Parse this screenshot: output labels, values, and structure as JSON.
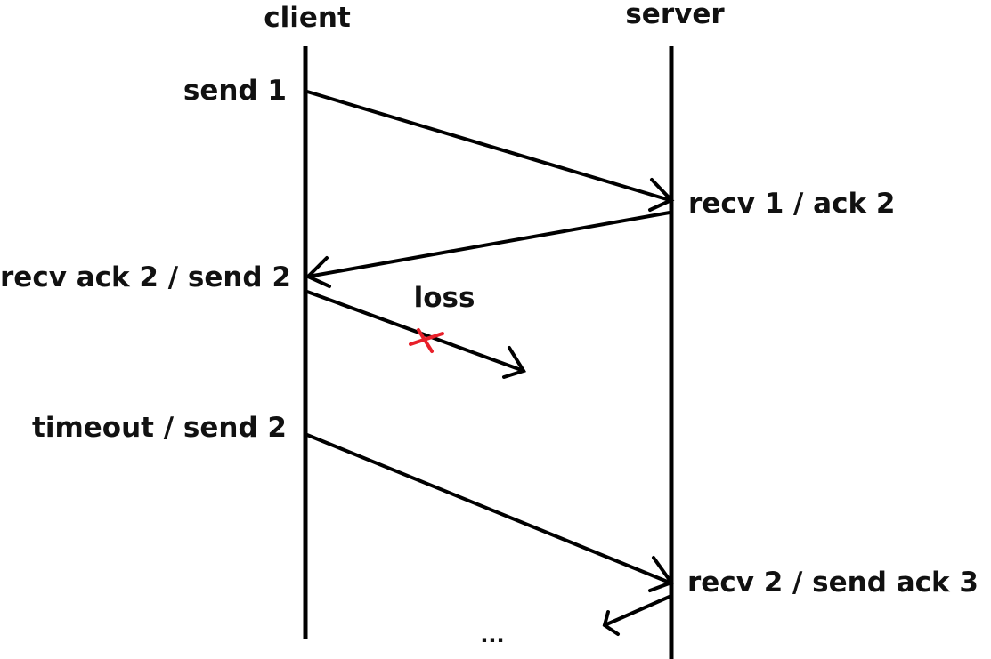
{
  "participants": {
    "client": "client",
    "server": "server"
  },
  "messages": [
    {
      "id": "m1",
      "from": "client",
      "to": "server",
      "sender_label": "send 1",
      "receiver_label": "recv 1 / ack 2",
      "delivered": true
    },
    {
      "id": "m2",
      "from": "server",
      "to": "client",
      "sender_label": "",
      "receiver_label": "recv ack 2 / send 2",
      "delivered": true
    },
    {
      "id": "m3",
      "from": "client",
      "to": "server",
      "sender_label": "",
      "receiver_label": "",
      "delivered": false,
      "annotation": "loss"
    },
    {
      "id": "m4",
      "from": "client",
      "to": "server",
      "sender_label": "timeout / send 2",
      "receiver_label": "recv 2 / send ack 3",
      "delivered": true
    },
    {
      "id": "m5",
      "from": "server",
      "to": "client",
      "sender_label": "",
      "receiver_label": "",
      "delivered": true
    }
  ],
  "continuation": "...",
  "colors": {
    "line": "#000000",
    "text": "#111111",
    "loss_marker": "#e8202a"
  },
  "icons": {
    "loss_marker": "x-mark-icon"
  }
}
